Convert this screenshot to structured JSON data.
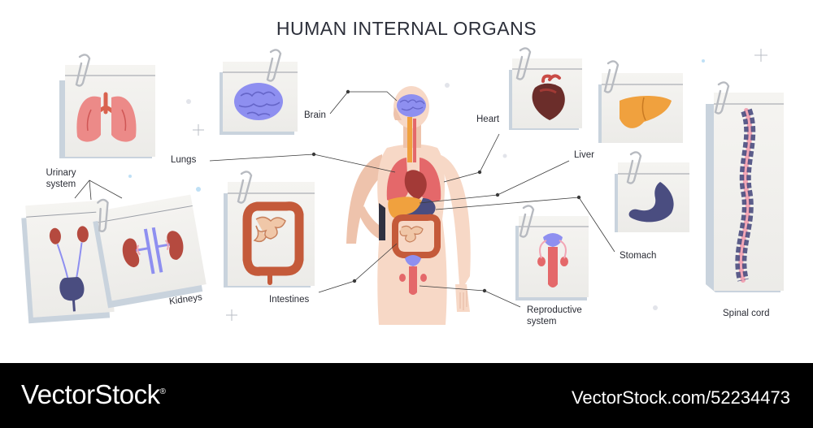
{
  "title": "HUMAN INTERNAL ORGANS",
  "labels": {
    "brain": "Brain",
    "heart": "Heart",
    "lungs": "Lungs",
    "liver": "Liver",
    "urinary": [
      "Urinary",
      "system"
    ],
    "kidneys": "Kidneys",
    "intestines": "Intestines",
    "stomach": "Stomach",
    "reproductive": [
      "Reproductive",
      "system"
    ],
    "spinal_cord": "Spinal cord"
  },
  "watermark": {
    "left": "VectorStock",
    "left_mark": "®",
    "right": "VectorStock.com/52234473"
  },
  "icons": {
    "lungs": "lungs-icon",
    "brain": "brain-icon",
    "heart": "heart-icon",
    "liver": "liver-icon",
    "stomach": "stomach-icon",
    "spine": "spine-icon",
    "intestines": "intestines-icon",
    "kidneys": "kidneys-icon",
    "urinary": "urinary-icon",
    "reproductive": "reproductive-icon",
    "clip": "paper-clip-icon"
  },
  "colors": {
    "skin": "#f7d8c6",
    "skin_shade": "#eec3ac",
    "organ_red": "#e4686a",
    "brain_purple": "#8e8ff0",
    "liver_orange": "#f0a13e",
    "stomach_navy": "#4a4d80",
    "intestine": "#c45a3a",
    "card_bg": "#f1f0ed",
    "card_shadow": "#c9d3dd",
    "line": "#3a3a3a"
  }
}
